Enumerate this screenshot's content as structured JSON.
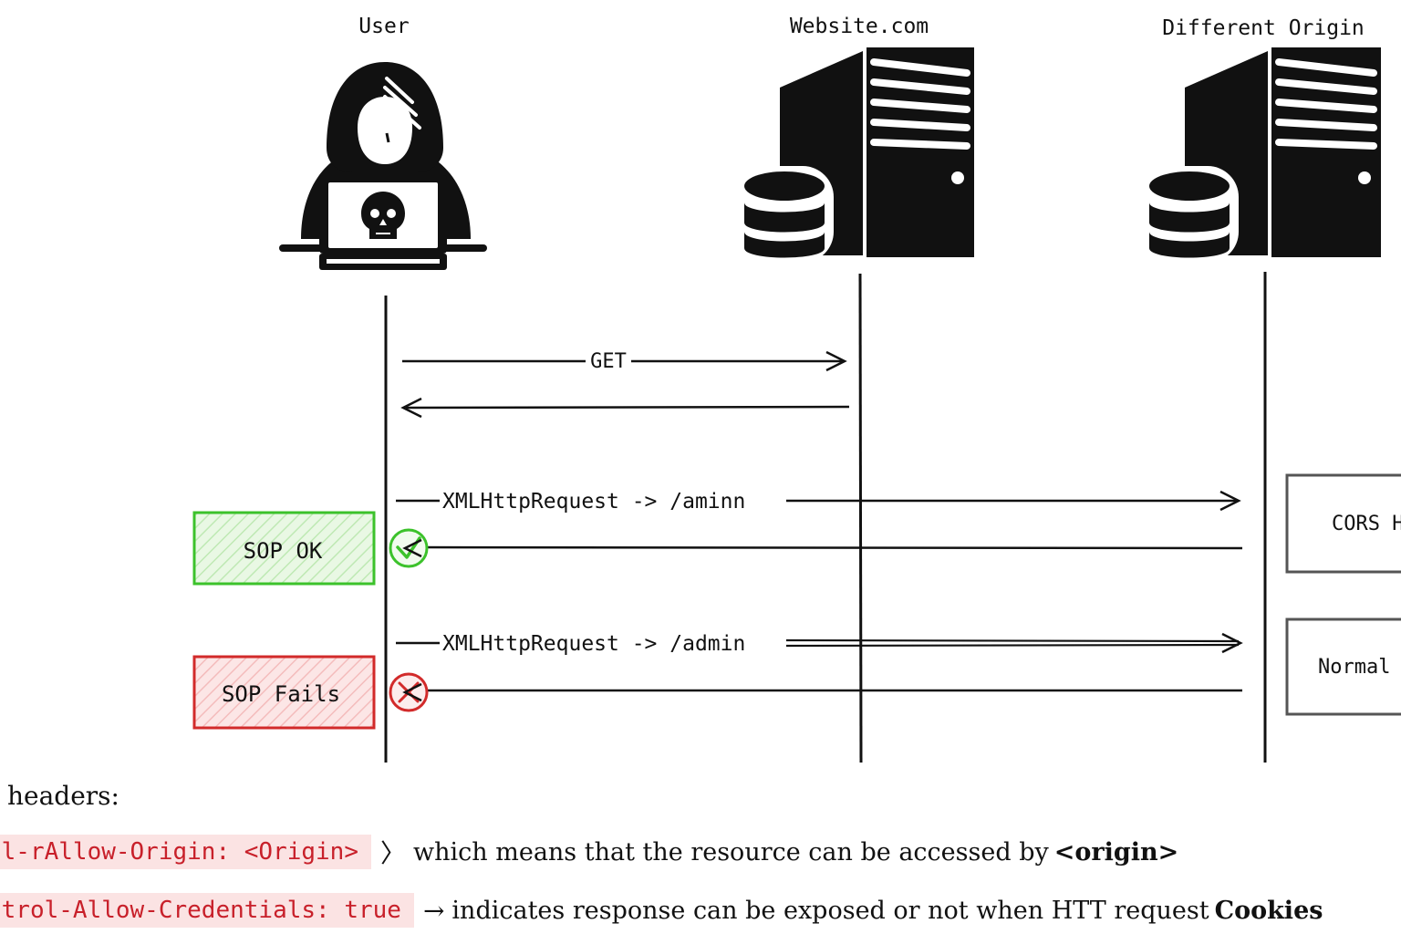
{
  "actors": {
    "user": {
      "label": "User",
      "icon": "hacker-laptop-icon"
    },
    "website": {
      "label": "Website.com",
      "icon": "server-database-icon"
    },
    "other": {
      "label": "Different Origin",
      "icon": "server-database-icon"
    }
  },
  "messages": {
    "get": {
      "label": "GET"
    },
    "xhr_cors": {
      "label": "XMLHttpRequest -> /aminn"
    },
    "xhr_normal": {
      "label": "XMLHttpRequest -> /admin"
    }
  },
  "status": {
    "ok": {
      "label": "SOP OK",
      "color": "#3cc22b",
      "fill": "#e4f6df"
    },
    "fail": {
      "label": "SOP Fails",
      "color": "#d22a2a",
      "fill": "#fbe1e1"
    }
  },
  "responses": {
    "cors": {
      "label": "CORS H"
    },
    "normal": {
      "label": "Normal"
    }
  },
  "notes": {
    "heading": "headers:",
    "rows": [
      {
        "code": "ol-rAllow-Origin: <Origin>",
        "arrow": "〉",
        "text": "which means that the resource can be accessed by",
        "strong": "<origin>"
      },
      {
        "code": "ntrol-Allow-Credentials: true",
        "arrow": "→",
        "text": "indicates response can be exposed or not when HTT request",
        "strong": "Cookies"
      }
    ]
  },
  "colors": {
    "ink": "#111111",
    "code_text": "#c8202a",
    "code_bg": "#fbe3e3"
  }
}
